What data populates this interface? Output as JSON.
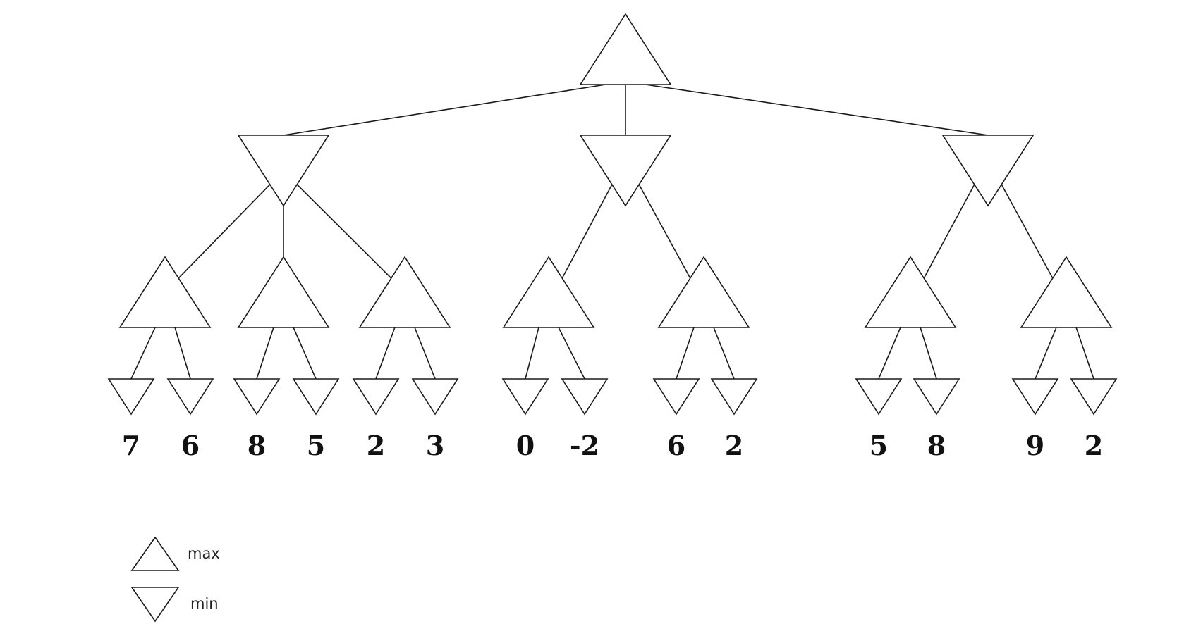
{
  "tree": {
    "root": {
      "type": "max",
      "children": [
        {
          "type": "min",
          "children": [
            {
              "type": "max",
              "children": [
                {
                  "type": "min",
                  "value": "7"
                },
                {
                  "type": "min",
                  "value": "6"
                }
              ]
            },
            {
              "type": "max",
              "children": [
                {
                  "type": "min",
                  "value": "8"
                },
                {
                  "type": "min",
                  "value": "5"
                }
              ]
            },
            {
              "type": "max",
              "children": [
                {
                  "type": "min",
                  "value": "2"
                },
                {
                  "type": "min",
                  "value": "3"
                }
              ]
            }
          ]
        },
        {
          "type": "min",
          "children": [
            {
              "type": "max",
              "children": [
                {
                  "type": "min",
                  "value": "0"
                },
                {
                  "type": "min",
                  "value": "-2"
                }
              ]
            },
            {
              "type": "max",
              "children": [
                {
                  "type": "min",
                  "value": "6"
                },
                {
                  "type": "min",
                  "value": "2"
                }
              ]
            }
          ]
        },
        {
          "type": "min",
          "children": [
            {
              "type": "max",
              "children": [
                {
                  "type": "min",
                  "value": "5"
                },
                {
                  "type": "min",
                  "value": "8"
                }
              ]
            },
            {
              "type": "max",
              "children": [
                {
                  "type": "min",
                  "value": "9"
                },
                {
                  "type": "min",
                  "value": "2"
                }
              ]
            }
          ]
        }
      ]
    }
  },
  "legend": {
    "max_label": "max",
    "min_label": "min"
  }
}
